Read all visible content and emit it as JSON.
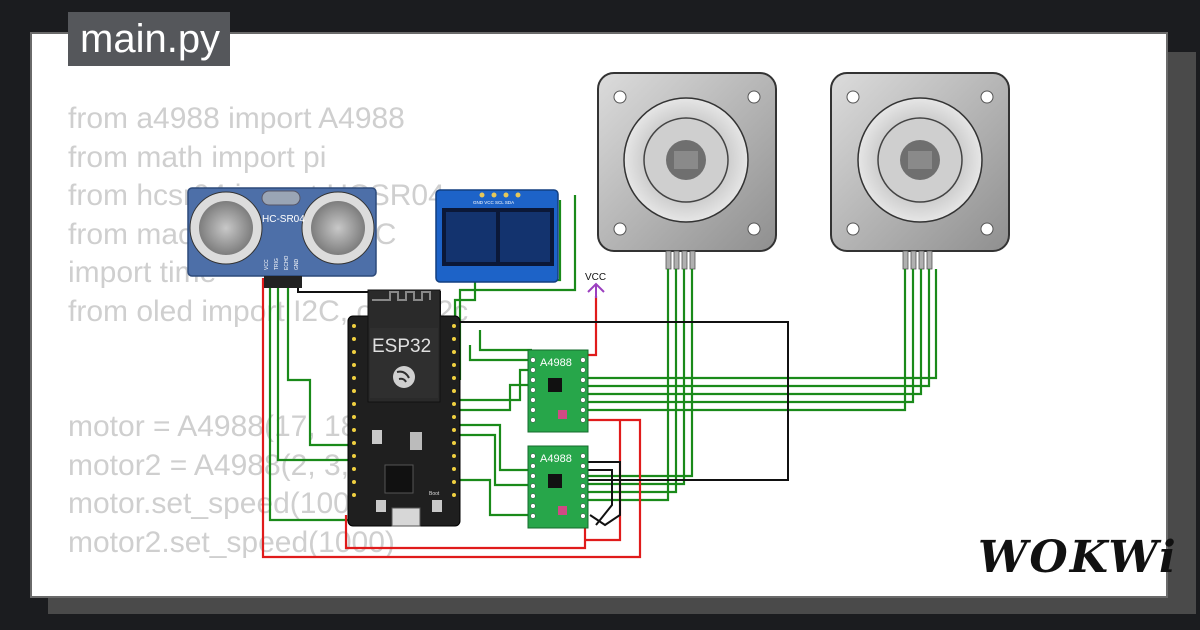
{
  "file_tab": {
    "label": "main.py"
  },
  "code_lines": [
    "from a4988 import A4988",
    "from math import pi",
    "from hcsr04 import HCSR04",
    "from machine import I2C",
    "import time",
    "from oled import I2C, oled_i2c",
    "",
    "",
    "motor = A4988(17, 18, 10, pi)",
    "motor2 = A4988(2, 3, 10, pi)",
    "motor.set_speed(1000)",
    "motor2.set_speed(1000)"
  ],
  "components": {
    "ultrasonic_label": "HC-SR04",
    "ultrasonic_pins": [
      "VCC",
      "TRIG",
      "ECHO",
      "GND"
    ],
    "oled_pins_label": "GND VCC SCL SDA",
    "mcu_label": "ESP32",
    "mcu_boot_label": "Boot",
    "driver1_label": "A4988",
    "driver2_label": "A4988",
    "vcc_label": "VCC"
  },
  "brand": {
    "name": "WOKWi"
  },
  "colors": {
    "wire_green": "#1a8a1a",
    "wire_red": "#e01b1b",
    "wire_black": "#111111",
    "vcc_purple": "#9b3fbf",
    "driver_green": "#27a64a",
    "esp_black": "#1f1f1f",
    "oled_blue": "#1d63c8",
    "hcsr04_blue": "#4d6fa8"
  },
  "icons": [
    "stepper-motor-icon",
    "espressif-logo-icon",
    "usb-port-icon",
    "vcc-arrow-icon"
  ]
}
